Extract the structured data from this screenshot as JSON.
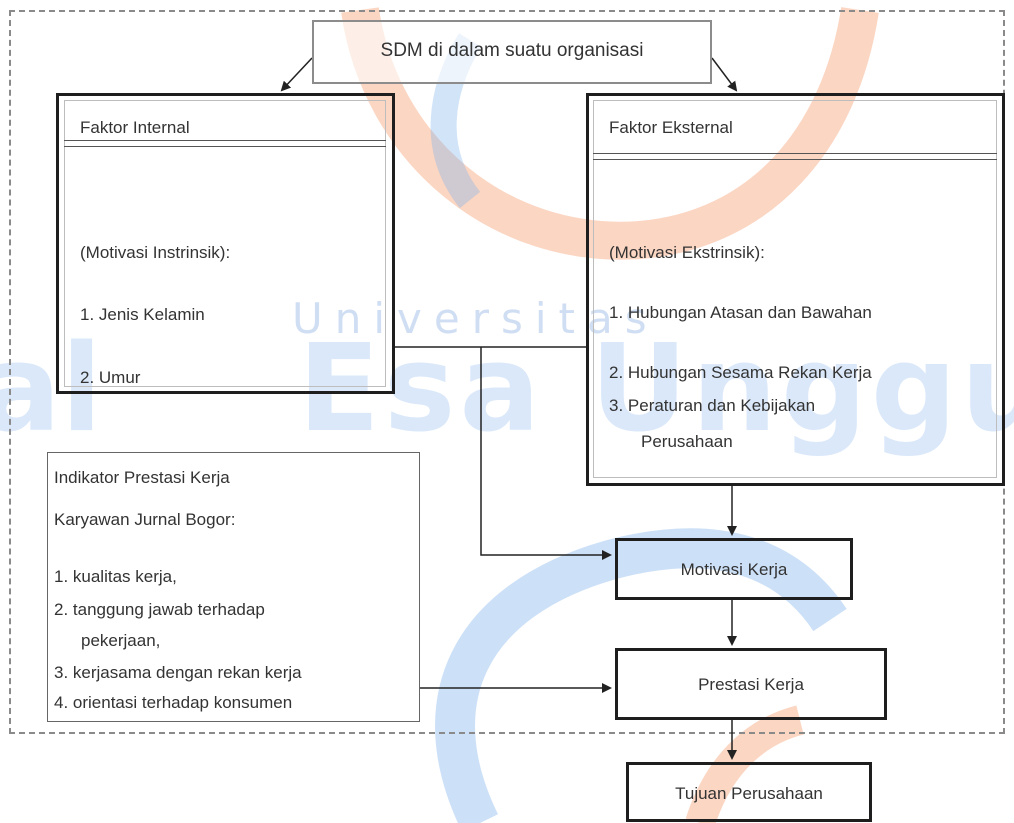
{
  "watermark": {
    "line1": "Universitas",
    "line2": "Esa Unggul",
    "left_fragment": "al"
  },
  "diagram": {
    "top_node": "SDM di dalam suatu organisasi",
    "internal": {
      "title": "Faktor Internal",
      "subtitle": "(Motivasi Instrinsik):",
      "items": [
        "1. Jenis Kelamin",
        "2. Umur"
      ]
    },
    "external": {
      "title": "Faktor Eksternal",
      "subtitle": "(Motivasi Ekstrinsik):",
      "items": [
        "1. Hubungan Atasan dan Bawahan",
        "2.  Hubungan Sesama Rekan Kerja",
        "3. Peraturan dan Kebijakan",
        "Perusahaan"
      ]
    },
    "indikator": {
      "title_line1": "Indikator Prestasi Kerja",
      "title_line2": "Karyawan Jurnal Bogor:",
      "items": [
        "1.  kualitas kerja,",
        "2.  tanggung jawab terhadap",
        "pekerjaan,",
        "3.  kerjasama dengan rekan kerja",
        "4.  orientasi terhadap konsumen"
      ]
    },
    "motivasi": "Motivasi Kerja",
    "prestasi": "Prestasi Kerja",
    "tujuan": "Tujuan Perusahaan"
  },
  "colors": {
    "watermark_blue": "#7fb1ea",
    "watermark_orange": "#f6a37a",
    "border_dark": "#1e1e1e",
    "dashed": "#8a8a8a"
  }
}
